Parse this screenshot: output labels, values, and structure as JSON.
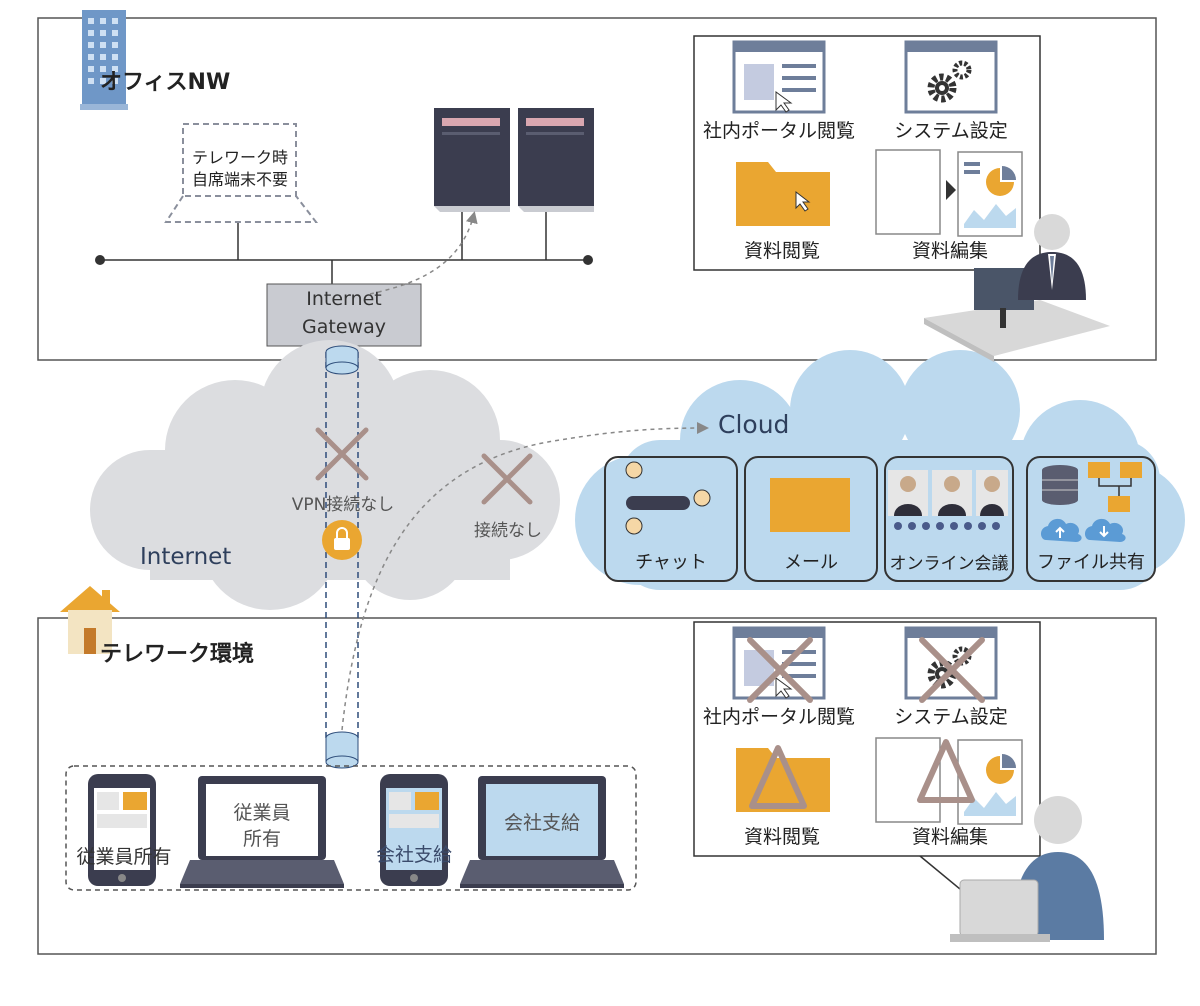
{
  "office": {
    "title": "オフィスNW",
    "laptop_note_line1": "テレワーク時",
    "laptop_note_line2": "自席端末不要",
    "gateway_line1": "Internet",
    "gateway_line2": "Gateway",
    "activities": {
      "portal": "社内ポータル閲覧",
      "settings": "システム設定",
      "view_docs": "資料閲覧",
      "edit_docs": "資料編集"
    }
  },
  "internet": {
    "label": "Internet",
    "vpn_note": "VPN接続なし",
    "no_connection": "接続なし"
  },
  "cloud": {
    "label": "Cloud",
    "services": {
      "chat": "チャット",
      "mail": "メール",
      "meeting": "オンライン会議",
      "file_share": "ファイル共有"
    }
  },
  "telework": {
    "title": "テレワーク環境",
    "devices": {
      "employee_owned_phone": "従業員所有",
      "employee_owned_laptop_line1": "従業員",
      "employee_owned_laptop_line2": "所有",
      "company_phone": "会社支給",
      "company_laptop": "会社支給"
    },
    "activities": {
      "portal": "社内ポータル閲覧",
      "settings": "システム設定",
      "view_docs": "資料閲覧",
      "edit_docs": "資料編集"
    }
  },
  "colors": {
    "orange": "#eaa631",
    "blue": "#5b9bd5",
    "cloud_blue": "#bcd9ee",
    "cloud_gray": "#dcdde0",
    "server": "#3b3d4f",
    "accent_pink": "#d9a7b0",
    "cross": "#a9908a"
  }
}
